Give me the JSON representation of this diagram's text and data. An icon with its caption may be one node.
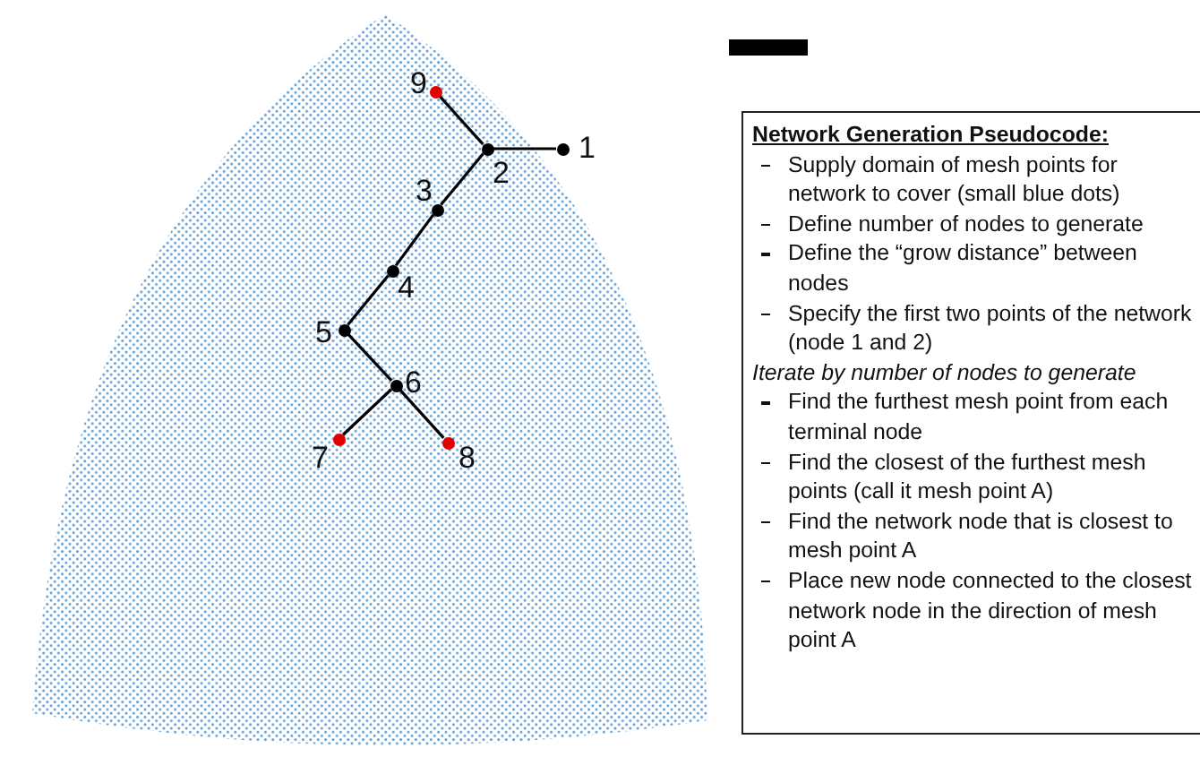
{
  "diagram": {
    "nodes": [
      {
        "text": [],
        "shape": "circle",
        "beside": [
          "1"
        ]
      },
      {
        "text": [],
        "shape": "circle",
        "beside": [
          "2"
        ]
      },
      {
        "text": [],
        "shape": "circle",
        "beside": [
          "3"
        ]
      },
      {
        "text": [],
        "shape": "circle",
        "beside": [
          "4"
        ]
      },
      {
        "text": [],
        "shape": "circle",
        "beside": [
          "5"
        ]
      },
      {
        "text": [],
        "shape": "circle",
        "beside": [
          "6"
        ]
      },
      {
        "text": [],
        "shape": "circle",
        "beside": [
          "7"
        ]
      },
      {
        "text": [],
        "shape": "circle",
        "beside": [
          "8"
        ]
      },
      {
        "text": [],
        "shape": "circle",
        "beside": [
          "9"
        ]
      },
      {
        "text": [
          "Network Generation Pseudocode:",
          "Supply domain of mesh points for network to cover (small blue dots)",
          "Define number of nodes to generate",
          "Define the “grow distance” between nodes",
          "Specify the first two points of the network (node 1 and 2)",
          "Iterate by number of nodes to generate",
          "Find the furthest mesh point from each terminal node",
          "Find the closest of the furthest mesh points (call it mesh point A)",
          "Find the network node that is closest to mesh point A",
          "Place new node connected to the closest network node in the direction of mesh point A"
        ]
      }
    ],
    "edges": [
      {
        "from": 0,
        "to": 1,
        "arrow": "none"
      },
      {
        "from": 1,
        "to": 8,
        "arrow": "none"
      },
      {
        "from": 1,
        "to": 2,
        "arrow": "none"
      },
      {
        "from": 2,
        "to": 3,
        "arrow": "none"
      },
      {
        "from": 3,
        "to": 4,
        "arrow": "none"
      },
      {
        "from": 4,
        "to": 5,
        "arrow": "none"
      },
      {
        "from": 5,
        "to": 6,
        "arrow": "none"
      },
      {
        "from": 5,
        "to": 7,
        "arrow": "none"
      }
    ]
  }
}
